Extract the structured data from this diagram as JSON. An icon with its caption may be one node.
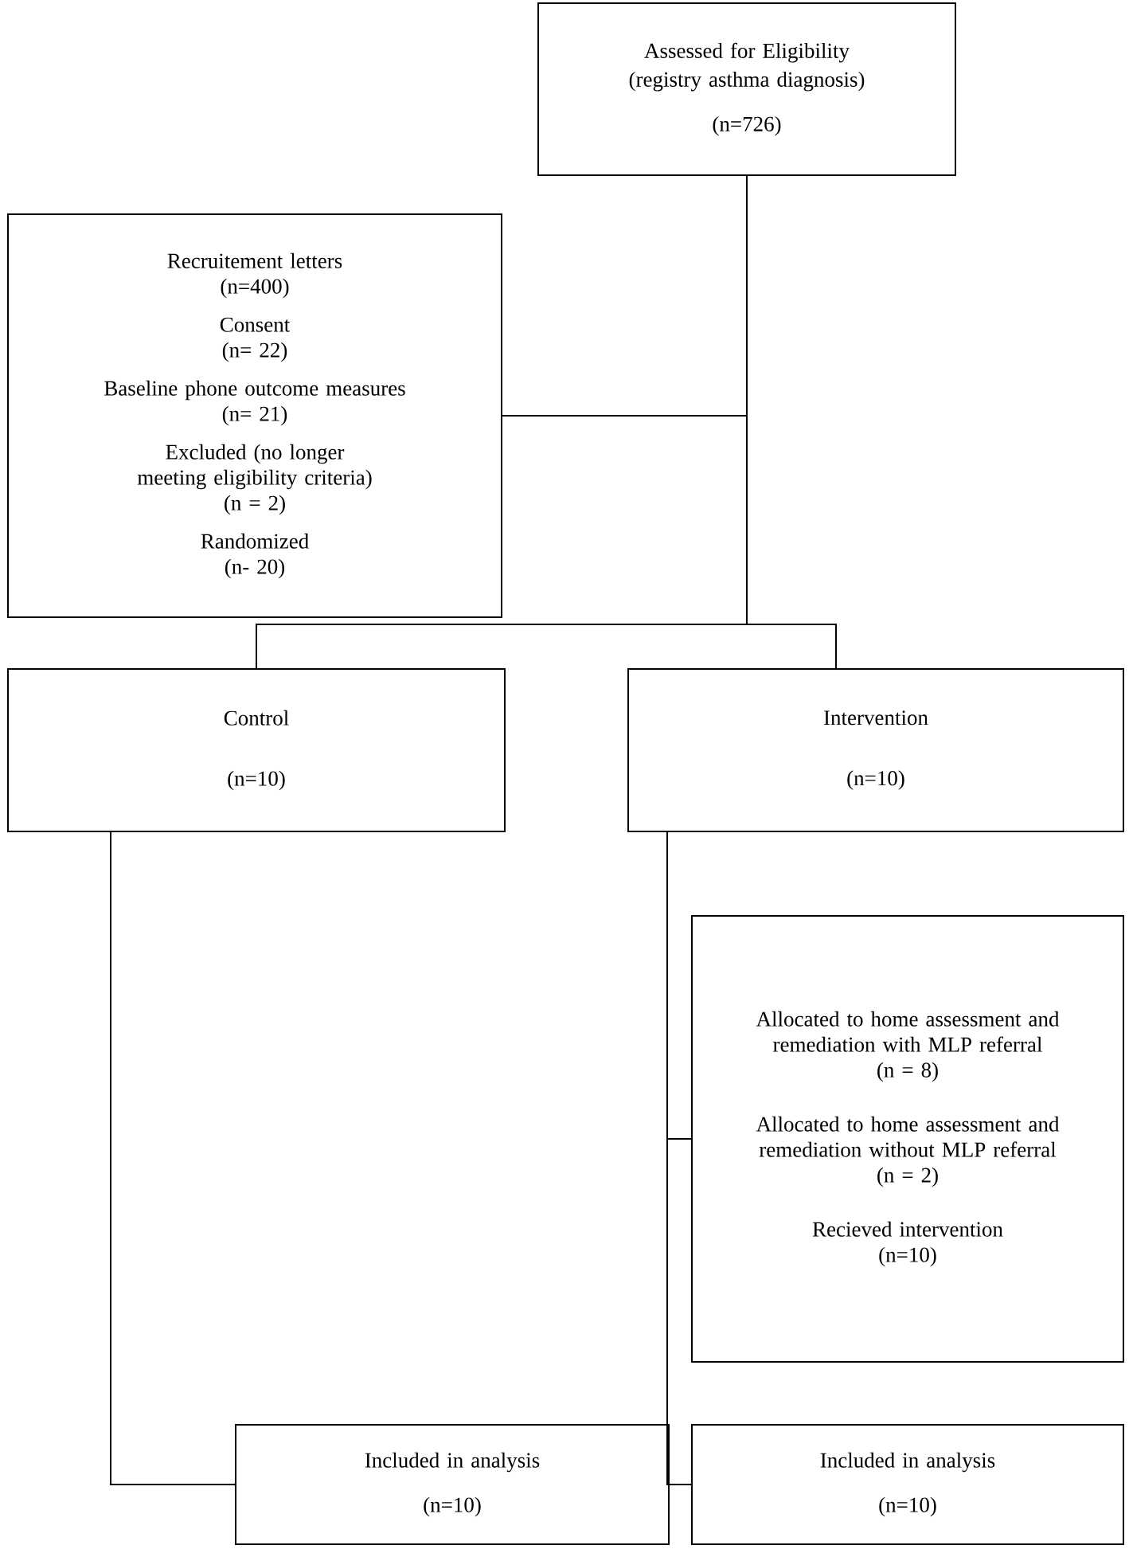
{
  "diagram": {
    "nodes": [
      {
        "text": [
          "Assessed for Eligibility",
          "(registry asthma diagnosis)",
          "(n=726)"
        ]
      },
      {
        "text": [
          "Recruitement letters",
          "(n=400)",
          "Consent",
          "(n= 22)",
          "Baseline phone outcome measures",
          "(n= 21)",
          "Excluded (no longer meeting eligibility criteria)",
          "(n = 2)",
          "Randomized",
          "(n- 20)"
        ]
      },
      {
        "text": [
          "Control",
          "(n=10)"
        ]
      },
      {
        "text": [
          "Intervention",
          "(n=10)"
        ]
      },
      {
        "text": [
          "Allocated to home assessment and remediation with MLP referral",
          "(n = 8)",
          "Allocated to home assessment and remediation without MLP referral",
          "(n = 2)",
          "Recieved intervention",
          "(n=10)"
        ]
      },
      {
        "text": [
          "Included in analysis",
          "(n=10)"
        ]
      },
      {
        "text": [
          "Included in analysis",
          "(n=10)"
        ]
      }
    ],
    "edges": [
      {
        "from": 0,
        "to": 1,
        "arrow": "none"
      },
      {
        "from": 0,
        "to": 2,
        "arrow": "none"
      },
      {
        "from": 0,
        "to": 3,
        "arrow": "none"
      },
      {
        "from": 2,
        "to": 5,
        "arrow": "none"
      },
      {
        "from": 3,
        "to": 4,
        "arrow": "none"
      },
      {
        "from": 3,
        "to": 6,
        "arrow": "none"
      }
    ]
  }
}
